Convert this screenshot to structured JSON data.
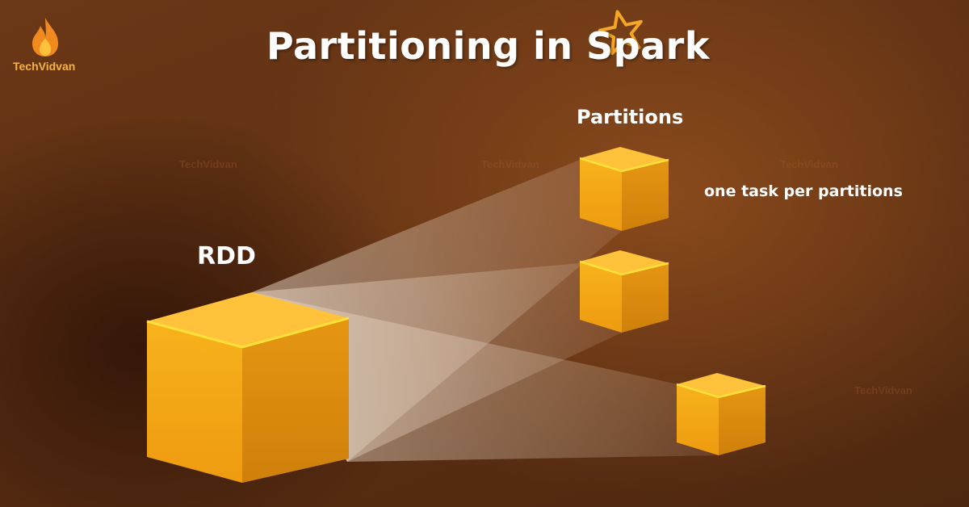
{
  "title": "Partitioning in Spark",
  "logo": {
    "text": "TechVidvan"
  },
  "watermark_text": "TechVidvan",
  "labels": {
    "rdd": "RDD",
    "partitions": "Partitions",
    "task_note": "one task per partitions"
  },
  "colors": {
    "cube_front": "#f2a516",
    "cube_side": "#d98a0c",
    "cube_top": "#ffc23a",
    "cube_edge": "#ffe13a",
    "beam": "#e6d3c0",
    "text": "#ffffff",
    "accent": "#f5a623"
  },
  "icons": [
    "flame-logo-icon",
    "star-icon"
  ]
}
